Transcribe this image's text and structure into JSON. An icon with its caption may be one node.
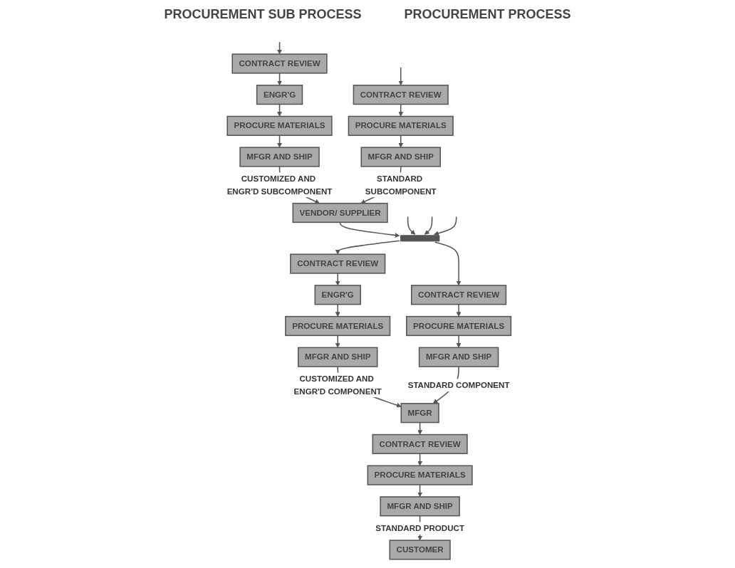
{
  "diagram": {
    "nodes": [
      {
        "text": [
          "CONTRACT REVIEW"
        ]
      },
      {
        "text": [
          "ENGR'G"
        ]
      },
      {
        "text": [
          "PROCURE MATERIALS"
        ]
      },
      {
        "text": [
          "MFGR AND SHIP"
        ]
      },
      {
        "text": [
          "VENDOR/ SUPPLIER"
        ]
      },
      {
        "text": [
          "CONTRACT REVIEW"
        ]
      },
      {
        "text": [
          "PROCURE MATERIALS"
        ]
      },
      {
        "text": [
          "MFGR AND SHIP"
        ]
      },
      {
        "text": [],
        "shape": "bar"
      },
      {
        "text": [
          "CONTRACT REVIEW"
        ]
      },
      {
        "text": [
          "ENGR'G"
        ]
      },
      {
        "text": [
          "PROCURE MATERIALS"
        ]
      },
      {
        "text": [
          "MFGR AND SHIP"
        ]
      },
      {
        "text": [
          "MFGR"
        ]
      },
      {
        "text": [
          "CONTRACT REVIEW"
        ]
      },
      {
        "text": [
          "PROCURE MATERIALS"
        ]
      },
      {
        "text": [
          "MFGR AND SHIP"
        ]
      },
      {
        "text": [
          "CONTRACT REVIEW"
        ]
      },
      {
        "text": [
          "PROCURE MATERIALS"
        ]
      },
      {
        "text": [
          "MFGR AND SHIP"
        ]
      },
      {
        "text": [
          "CUSTOMER"
        ]
      }
    ],
    "edges": [
      {
        "from": null,
        "to": 0,
        "arrow": "to"
      },
      {
        "from": 0,
        "to": 1,
        "arrow": "to"
      },
      {
        "from": 1,
        "to": 2,
        "arrow": "to"
      },
      {
        "from": 2,
        "to": 3,
        "arrow": "to"
      },
      {
        "from": 3,
        "to": 4,
        "arrow": "to",
        "label": "CUSTOMIZED AND ENGR'D SUBCOMPONENT"
      },
      {
        "from": null,
        "to": 5,
        "arrow": "to"
      },
      {
        "from": 5,
        "to": 6,
        "arrow": "to"
      },
      {
        "from": 6,
        "to": 7,
        "arrow": "to"
      },
      {
        "from": 7,
        "to": 4,
        "arrow": "to",
        "label": "STANDARD SUBCOMPONENT"
      },
      {
        "from": 4,
        "to": 8,
        "arrow": "to"
      },
      {
        "from": null,
        "to": 8,
        "arrow": "to"
      },
      {
        "from": null,
        "to": 8,
        "arrow": "to"
      },
      {
        "from": null,
        "to": 8,
        "arrow": "to"
      },
      {
        "from": 8,
        "to": 9,
        "arrow": "to"
      },
      {
        "from": 8,
        "to": 14,
        "arrow": "to"
      },
      {
        "from": 9,
        "to": 10,
        "arrow": "to"
      },
      {
        "from": 10,
        "to": 11,
        "arrow": "to"
      },
      {
        "from": 11,
        "to": 12,
        "arrow": "to"
      },
      {
        "from": 12,
        "to": 13,
        "arrow": "to",
        "label": "CUSTOMIZED AND ENGR'D COMPONENT"
      },
      {
        "from": 14,
        "to": 15,
        "arrow": "to"
      },
      {
        "from": 15,
        "to": 16,
        "arrow": "to"
      },
      {
        "from": 16,
        "to": 13,
        "arrow": "to",
        "label": "STANDARD COMPONENT"
      },
      {
        "from": 13,
        "to": 17,
        "arrow": "to"
      },
      {
        "from": 17,
        "to": 18,
        "arrow": "to"
      },
      {
        "from": 18,
        "to": 19,
        "arrow": "to"
      },
      {
        "from": 19,
        "to": 20,
        "arrow": "to",
        "label": "STANDARD PRODUCT"
      }
    ],
    "labels": [
      "PROCUREMENT SUB PROCESS",
      "PROCUREMENT PROCESS"
    ]
  }
}
